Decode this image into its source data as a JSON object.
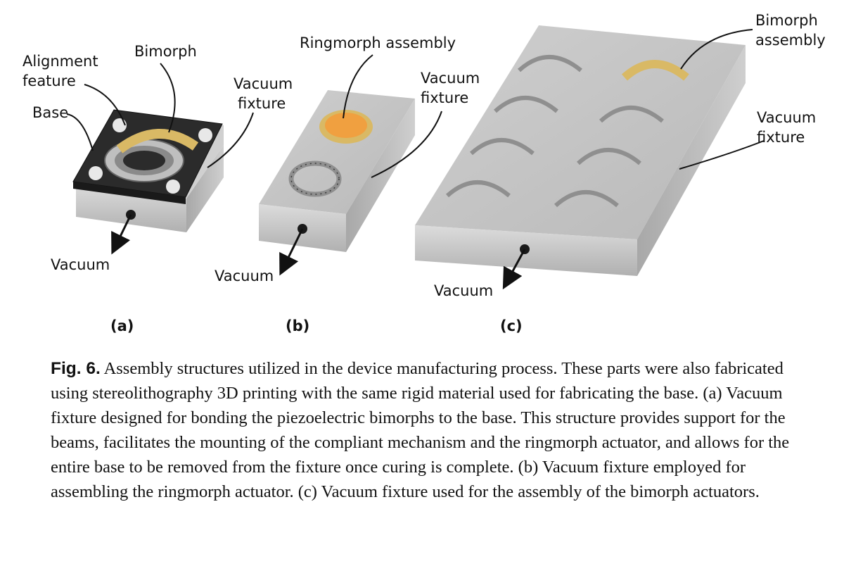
{
  "figure": {
    "panel_a": {
      "tag": "(a)",
      "labels": {
        "alignment_1": "Alignment",
        "alignment_2": "feature",
        "bimorph": "Bimorph",
        "base": "Base",
        "vacuum_fixture_1": "Vacuum",
        "vacuum_fixture_2": "fixture",
        "vacuum": "Vacuum"
      }
    },
    "panel_b": {
      "tag": "(b)",
      "labels": {
        "ringmorph": "Ringmorph assembly",
        "vacuum_fixture_1": "Vacuum",
        "vacuum_fixture_2": "fixture",
        "vacuum": "Vacuum"
      }
    },
    "panel_c": {
      "tag": "(c)",
      "labels": {
        "bimorph_1": "Bimorph",
        "bimorph_2": "assembly",
        "vacuum_fixture_1": "Vacuum",
        "vacuum_fixture_2": "fixture",
        "vacuum": "Vacuum"
      }
    },
    "colors": {
      "aluminum": "#c8c8c8",
      "base_dark": "#2b2b2b",
      "gold": "#d9b965",
      "orange": "#f0a040"
    }
  },
  "caption": {
    "label": "Fig. 6.",
    "text": " Assembly structures utilized in the device manufacturing process. These parts were also fabricated using stereolithography 3D printing with the same rigid material used for fabricating the base. (a) Vacuum fixture designed for bonding the piezoelectric bimorphs to the base. This structure provides support for the beams, facilitates the mounting of the compliant mechanism and the ringmorph actuator, and allows for the entire base to be removed from the fixture once curing is complete. (b) Vacuum fixture employed for assembling the ringmorph actuator. (c) Vacuum fixture used for the assembly of the bimorph actuators."
  }
}
